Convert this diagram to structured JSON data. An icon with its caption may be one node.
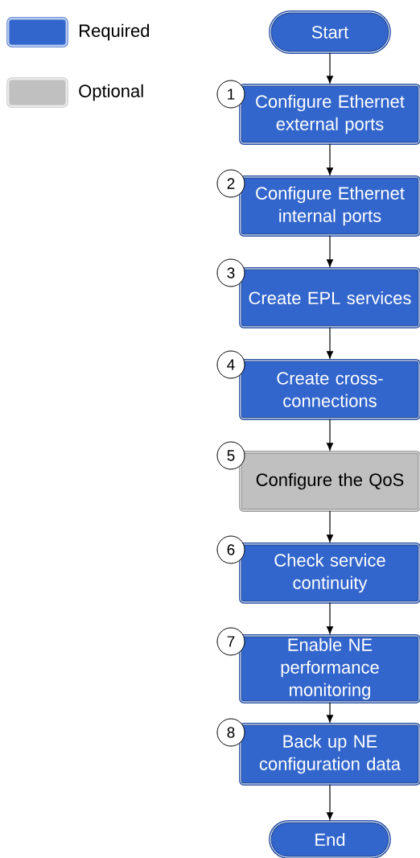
{
  "diagram": {
    "nodes": [
      {
        "text": [
          "Start"
        ]
      },
      {
        "text": [
          "Configure Ethernet external ports"
        ],
        "beside": [
          "1"
        ]
      },
      {
        "text": [
          "Configure Ethernet internal ports"
        ],
        "beside": [
          "2"
        ]
      },
      {
        "text": [
          "Create EPL services"
        ],
        "beside": [
          "3"
        ]
      },
      {
        "text": [
          "Create cross-connections"
        ],
        "beside": [
          "4"
        ]
      },
      {
        "text": [
          "Configure the QoS"
        ],
        "beside": [
          "5"
        ]
      },
      {
        "text": [
          "Check service continuity"
        ],
        "beside": [
          "6"
        ]
      },
      {
        "text": [
          "Enable NE performance monitoring"
        ],
        "beside": [
          "7"
        ]
      },
      {
        "text": [
          "Back up NE configuration data"
        ],
        "beside": [
          "8"
        ]
      },
      {
        "text": [
          "End"
        ]
      }
    ],
    "edges": [
      {
        "from": 0,
        "to": 1,
        "arrow": "to"
      },
      {
        "from": 1,
        "to": 2,
        "arrow": "to"
      },
      {
        "from": 2,
        "to": 3,
        "arrow": "to"
      },
      {
        "from": 3,
        "to": 4,
        "arrow": "to"
      },
      {
        "from": 4,
        "to": 5,
        "arrow": "to"
      },
      {
        "from": 5,
        "to": 6,
        "arrow": "to"
      },
      {
        "from": 6,
        "to": 7,
        "arrow": "to"
      },
      {
        "from": 7,
        "to": 8,
        "arrow": "to"
      },
      {
        "from": 8,
        "to": 9,
        "arrow": "to"
      }
    ],
    "legend": [
      {
        "text": "Required",
        "color": "#3366cc"
      },
      {
        "text": "Optional",
        "color": "#c0c0c0"
      }
    ]
  }
}
